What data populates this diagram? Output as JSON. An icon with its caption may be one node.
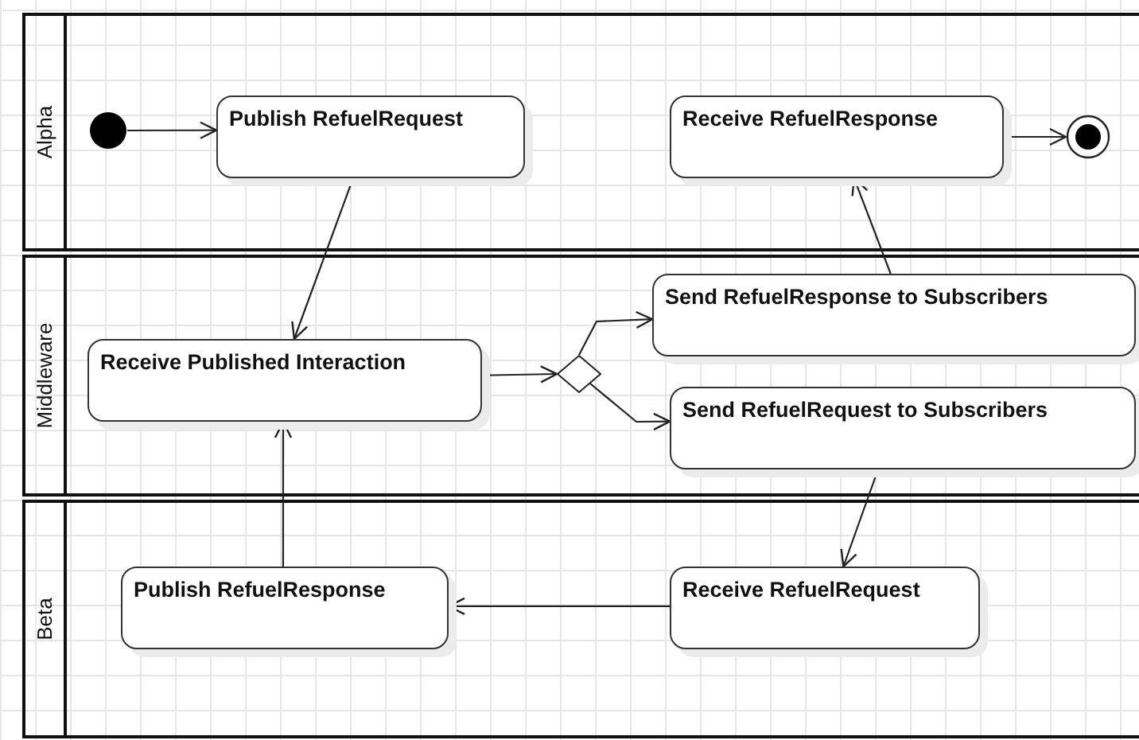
{
  "diagram": {
    "nodes": [
      {
        "text": [
          "Alpha"
        ]
      },
      {
        "text": [
          "Middleware"
        ]
      },
      {
        "text": [
          "Beta"
        ]
      },
      {
        "text": [],
        "shape": "circle",
        "in": 0
      },
      {
        "text": [
          "Publish RefuelRequest"
        ],
        "in": 0
      },
      {
        "text": [
          "Receive RefuelResponse"
        ],
        "in": 0
      },
      {
        "text": [],
        "shape": "bullseye",
        "in": 0
      },
      {
        "text": [
          "Receive Published Interaction"
        ],
        "in": 1
      },
      {
        "text": [],
        "shape": "diamond",
        "in": 1
      },
      {
        "text": [
          "Send RefuelResponse to Subscribers"
        ],
        "in": 1
      },
      {
        "text": [
          "Send RefuelRequest to Subscribers"
        ],
        "in": 1
      },
      {
        "text": [
          "Publish RefuelResponse"
        ],
        "in": 2
      },
      {
        "text": [
          "Receive RefuelRequest"
        ],
        "in": 2
      }
    ],
    "edges": [
      {
        "from": 3,
        "to": 4,
        "arrow": "to"
      },
      {
        "from": 4,
        "to": 7,
        "arrow": "to"
      },
      {
        "from": 7,
        "to": 8,
        "arrow": "to"
      },
      {
        "from": 8,
        "to": 9,
        "arrow": "to"
      },
      {
        "from": 8,
        "to": 10,
        "arrow": "to"
      },
      {
        "from": 10,
        "to": 12,
        "arrow": "to"
      },
      {
        "from": 12,
        "to": 11,
        "arrow": "to"
      },
      {
        "from": 11,
        "to": 7,
        "arrow": "to"
      },
      {
        "from": 9,
        "to": 5,
        "arrow": "to"
      },
      {
        "from": 5,
        "to": 6,
        "arrow": "to"
      }
    ]
  }
}
